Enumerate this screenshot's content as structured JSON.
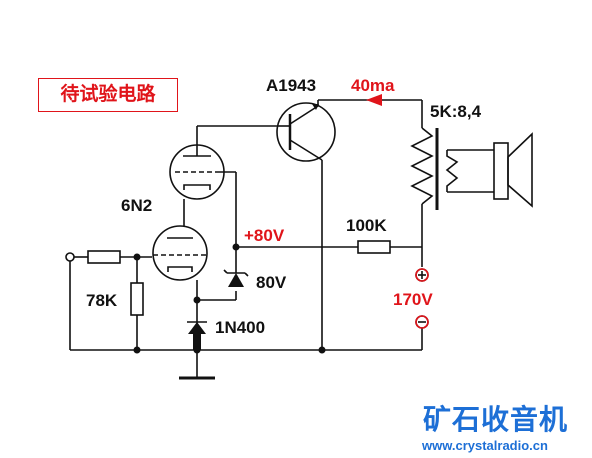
{
  "title_box": "待试验电路",
  "labels": {
    "transistor": "A1943",
    "current": "40ma",
    "transformer": "5K:8,4",
    "tube": "6N2",
    "plus_voltage": "+80V",
    "resistor_100k": "100K",
    "zener_voltage": "80V",
    "resistor_78k": "78K",
    "supply_voltage": "170V",
    "diode": "1N400"
  },
  "watermark": {
    "brand": "矿石收音机",
    "url": "www.crystalradio.cn"
  },
  "colors": {
    "wire": "#111111",
    "label_red": "#e0141a",
    "brand_blue": "#1d6fd6"
  }
}
